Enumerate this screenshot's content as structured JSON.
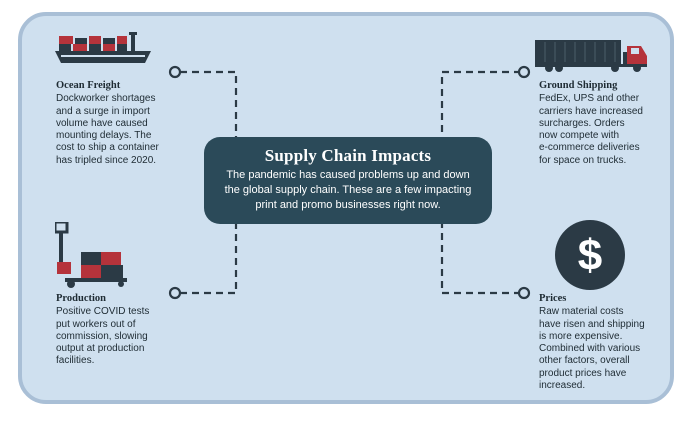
{
  "center": {
    "title": "Supply Chain Impacts",
    "line1": "The pandemic has caused problems up and down",
    "line2": "the global supply chain. These are a few impacting",
    "line3": "print and promo businesses right now."
  },
  "ocean": {
    "heading": "Ocean Freight",
    "lines": [
      "Dockworker shortages",
      "and a surge in import",
      "volume have caused",
      "mounting delays. The",
      "cost to ship a container",
      "has tripled since 2020."
    ],
    "icon": "cargo-ship-icon"
  },
  "ground": {
    "heading": "Ground Shipping",
    "lines": [
      "FedEx, UPS and other",
      "carriers have increased",
      "surcharges. Orders",
      "now compete with",
      "e-commerce deliveries",
      "for space on trucks."
    ],
    "icon": "truck-icon"
  },
  "production": {
    "heading": "Production",
    "lines": [
      "Positive COVID tests",
      "put workers out of",
      "commission, slowing",
      "output at production",
      "facilities."
    ],
    "icon": "pallet-jack-icon"
  },
  "prices": {
    "heading": "Prices",
    "lines": [
      "Raw material costs",
      "have risen and shipping",
      "is more expensive.",
      "Combined with various",
      "other factors, overall",
      "product prices have",
      "increased."
    ],
    "icon": "dollar-sign-icon"
  },
  "colors": {
    "panel": "#cfe0ef",
    "panel_border": "#a9bfd6",
    "center_box": "#2b4a59",
    "accent_red": "#b5333b",
    "dark": "#2b3a45"
  }
}
